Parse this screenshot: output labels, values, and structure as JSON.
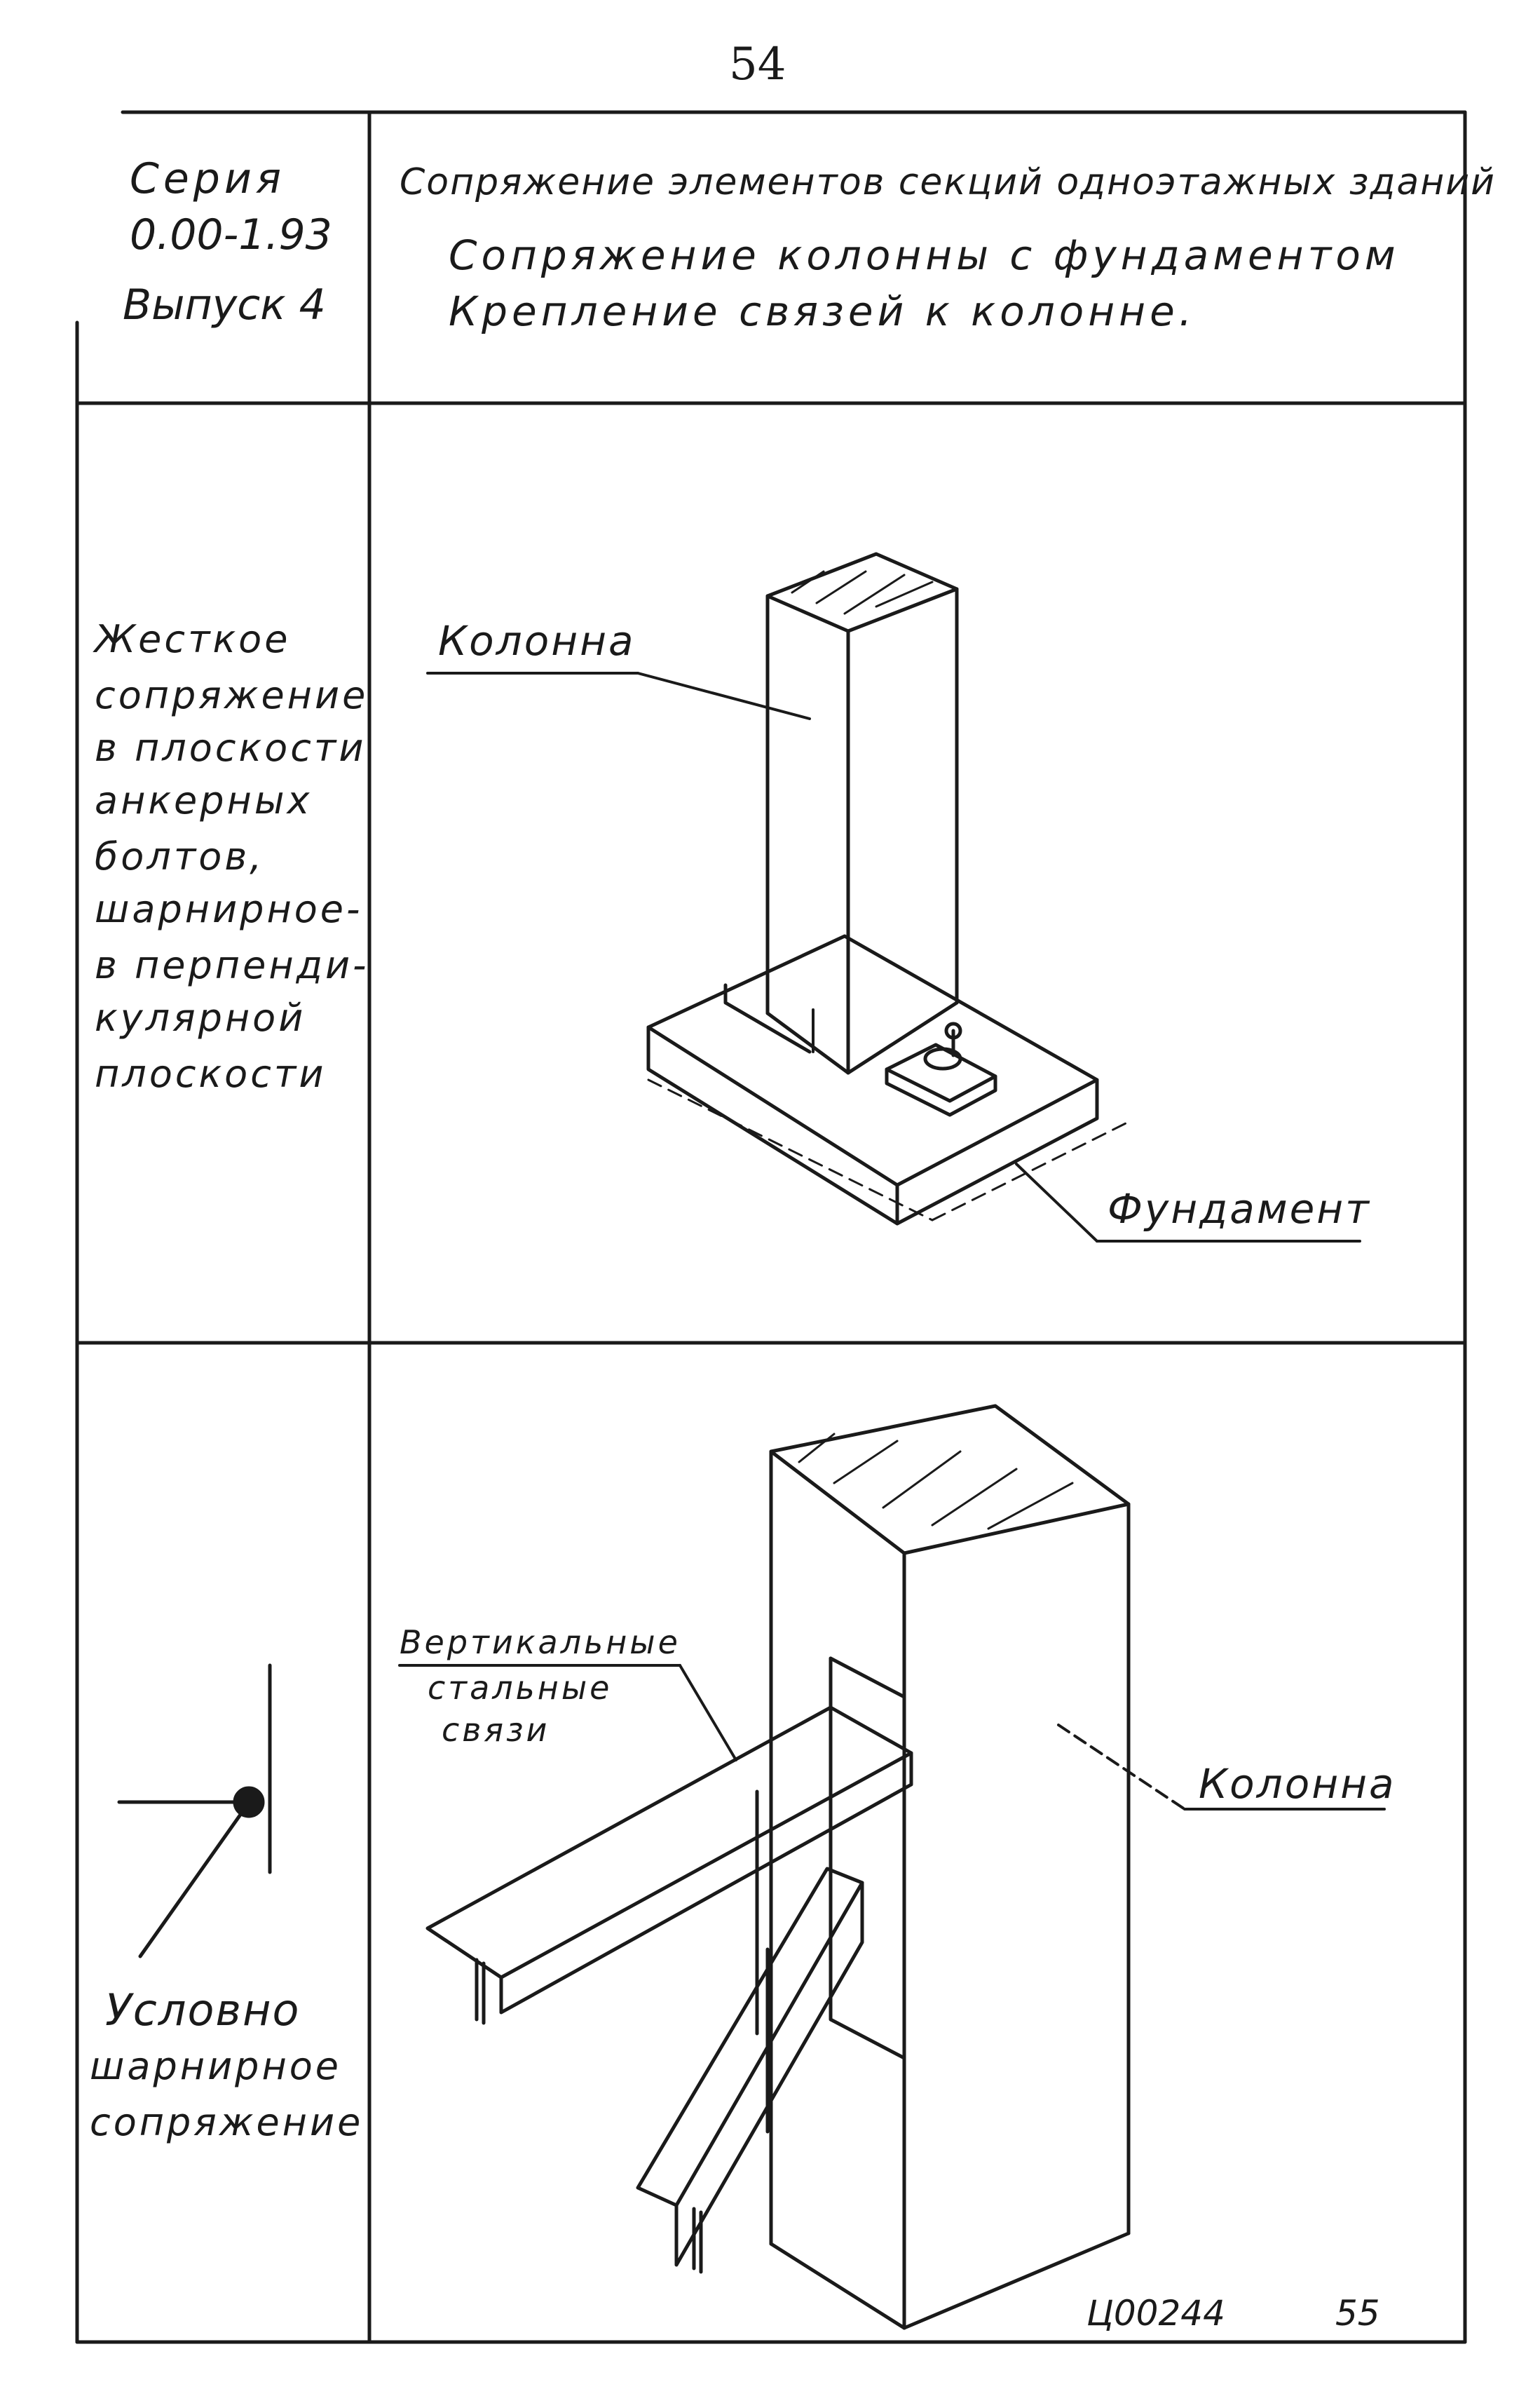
{
  "page_number": "54",
  "series": {
    "line1": "Серия",
    "line2": "0.00-1.93",
    "line3": "Выпуск 4"
  },
  "title": {
    "line1": "Сопряжение элементов секций одноэтажных зданий",
    "line2": "Сопряжение колонны с фундаментом",
    "line3": "Крепление связей к колонне."
  },
  "row1": {
    "description": [
      "Жесткое",
      "сопряжение",
      "в плоскости",
      "анкерных",
      "болтов,",
      "шарнирное-",
      "в перпенди-",
      "кулярной",
      "плоскости"
    ],
    "label_column": "Колонна",
    "label_foundation": "Фундамент"
  },
  "row2": {
    "description": [
      "Условно",
      "шарнирное",
      "сопряжение"
    ],
    "label_braces": [
      "Вертикальные",
      "стальные",
      "связи"
    ],
    "label_column": "Колонна"
  },
  "footer": {
    "code": "Ц00244",
    "page": "55"
  }
}
